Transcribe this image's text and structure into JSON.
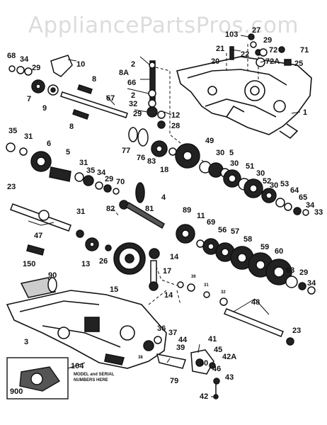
{
  "header": {
    "watermark": "AppliancePartsPros.com"
  },
  "parts": [
    {
      "id": "p103",
      "label": "103"
    },
    {
      "id": "p27",
      "label": "27"
    },
    {
      "id": "p29a",
      "label": "29"
    },
    {
      "id": "p21",
      "label": "21"
    },
    {
      "id": "p22",
      "label": "22"
    },
    {
      "id": "p72",
      "label": "72"
    },
    {
      "id": "p71",
      "label": "71"
    },
    {
      "id": "p20",
      "label": "20"
    },
    {
      "id": "p72A",
      "label": "72A"
    },
    {
      "id": "p25",
      "label": "25"
    },
    {
      "id": "p68",
      "label": "68"
    },
    {
      "id": "p34a",
      "label": "34"
    },
    {
      "id": "p29b",
      "label": "29"
    },
    {
      "id": "p10",
      "label": "10"
    },
    {
      "id": "p2a",
      "label": "2"
    },
    {
      "id": "p8A",
      "label": "8A"
    },
    {
      "id": "p66",
      "label": "66"
    },
    {
      "id": "p8a",
      "label": "8"
    },
    {
      "id": "p7",
      "label": "7"
    },
    {
      "id": "p9",
      "label": "9"
    },
    {
      "id": "p67",
      "label": "67"
    },
    {
      "id": "p2b",
      "label": "2"
    },
    {
      "id": "p32",
      "label": "32"
    },
    {
      "id": "p29c",
      "label": "29"
    },
    {
      "id": "p12",
      "label": "12"
    },
    {
      "id": "p28",
      "label": "28"
    },
    {
      "id": "p1",
      "label": "1"
    },
    {
      "id": "p8b",
      "label": "8"
    },
    {
      "id": "p35a",
      "label": "35"
    },
    {
      "id": "p31a",
      "label": "31"
    },
    {
      "id": "p6",
      "label": "6"
    },
    {
      "id": "p77",
      "label": "77"
    },
    {
      "id": "p76",
      "label": "76"
    },
    {
      "id": "p83",
      "label": "83"
    },
    {
      "id": "p18",
      "label": "18"
    },
    {
      "id": "p49",
      "label": "49"
    },
    {
      "id": "p30a",
      "label": "30"
    },
    {
      "id": "p5a",
      "label": "5"
    },
    {
      "id": "p30b",
      "label": "30"
    },
    {
      "id": "p5b",
      "label": "5"
    },
    {
      "id": "p51",
      "label": "51"
    },
    {
      "id": "p30c",
      "label": "30"
    },
    {
      "id": "p52",
      "label": "52"
    },
    {
      "id": "p30d",
      "label": "30"
    },
    {
      "id": "p53",
      "label": "53"
    },
    {
      "id": "p64",
      "label": "64"
    },
    {
      "id": "p65",
      "label": "65"
    },
    {
      "id": "p34b",
      "label": "34"
    },
    {
      "id": "p33",
      "label": "33"
    },
    {
      "id": "p5c",
      "label": "5"
    },
    {
      "id": "p31b",
      "label": "31"
    },
    {
      "id": "p35b",
      "label": "35"
    },
    {
      "id": "p34c",
      "label": "34"
    },
    {
      "id": "p29d",
      "label": "29"
    },
    {
      "id": "p70",
      "label": "70"
    },
    {
      "id": "p23a",
      "label": "23"
    },
    {
      "id": "p82",
      "label": "82"
    },
    {
      "id": "p81",
      "label": "81"
    },
    {
      "id": "p4",
      "label": "4"
    },
    {
      "id": "p89",
      "label": "89"
    },
    {
      "id": "p11",
      "label": "11"
    },
    {
      "id": "p69",
      "label": "69"
    },
    {
      "id": "p56",
      "label": "56"
    },
    {
      "id": "p57",
      "label": "57"
    },
    {
      "id": "p58",
      "label": "58"
    },
    {
      "id": "p59",
      "label": "59"
    },
    {
      "id": "p60",
      "label": "60"
    },
    {
      "id": "p31c",
      "label": "31"
    },
    {
      "id": "p47",
      "label": "47"
    },
    {
      "id": "p13",
      "label": "13"
    },
    {
      "id": "p26",
      "label": "26"
    },
    {
      "id": "p14a",
      "label": "14"
    },
    {
      "id": "p150",
      "label": "150"
    },
    {
      "id": "p17",
      "label": "17"
    },
    {
      "id": "p90",
      "label": "90"
    },
    {
      "id": "p15",
      "label": "15"
    },
    {
      "id": "p14b",
      "label": "14"
    },
    {
      "id": "p63",
      "label": "63"
    },
    {
      "id": "p29e",
      "label": "29"
    },
    {
      "id": "p34d",
      "label": "34"
    },
    {
      "id": "p48",
      "label": "48"
    },
    {
      "id": "p23b",
      "label": "23"
    },
    {
      "id": "p36",
      "label": "36"
    },
    {
      "id": "p37",
      "label": "37"
    },
    {
      "id": "p44",
      "label": "44"
    },
    {
      "id": "p3",
      "label": "3"
    },
    {
      "id": "p39",
      "label": "39"
    },
    {
      "id": "p41",
      "label": "41"
    },
    {
      "id": "p45",
      "label": "45"
    },
    {
      "id": "p42A",
      "label": "42A"
    },
    {
      "id": "p40",
      "label": "40"
    },
    {
      "id": "p46",
      "label": "46"
    },
    {
      "id": "p43",
      "label": "43"
    },
    {
      "id": "p79",
      "label": "79"
    },
    {
      "id": "p104",
      "label": "104"
    },
    {
      "id": "p42",
      "label": "42"
    },
    {
      "id": "p900",
      "label": "900"
    }
  ],
  "callouts": {
    "model_note_line1": "MODEL and SERIAL",
    "model_note_line2": "NUMBERS HERE",
    "small_36": "36",
    "small_31": "31",
    "small_32": "32",
    "small_38": "38"
  }
}
